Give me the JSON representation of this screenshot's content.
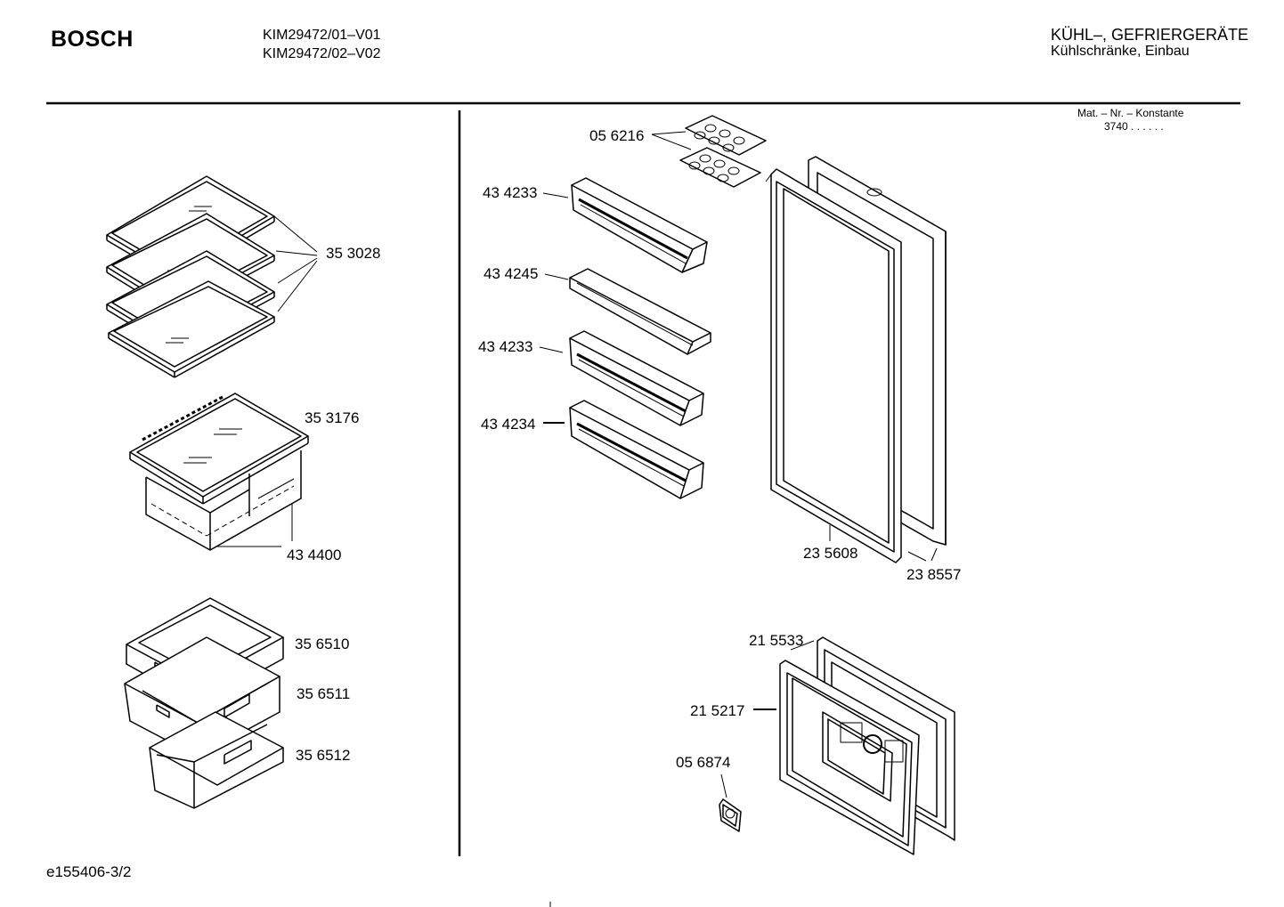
{
  "header": {
    "brand": "BOSCH",
    "models": [
      "KIM29472/01–V01",
      "KIM29472/02–V02"
    ],
    "category": "KÜHL–, GEFRIERGERÄTE",
    "subcategory": "Kühlschränke, Einbau",
    "mat_label": "Mat. – Nr. – Konstante",
    "mat_value": "3740  .  .   .  .  .  ."
  },
  "parts": {
    "p353028": "35 3028",
    "p353176": "35 3176",
    "p434400": "43 4400",
    "p356510": "35 6510",
    "p356511": "35 6511",
    "p356512": "35 6512",
    "p056216": "05 6216",
    "p434233a": "43 4233",
    "p434245": "43 4245",
    "p434233b": "43 4233",
    "p434234": "43 4234",
    "p235608": "23 5608",
    "p238557": "23 8557",
    "p215533": "21 5533",
    "p215217": "21 5217",
    "p056874": "05 6874"
  },
  "footer": {
    "doc_id": "e155406-3/2"
  }
}
